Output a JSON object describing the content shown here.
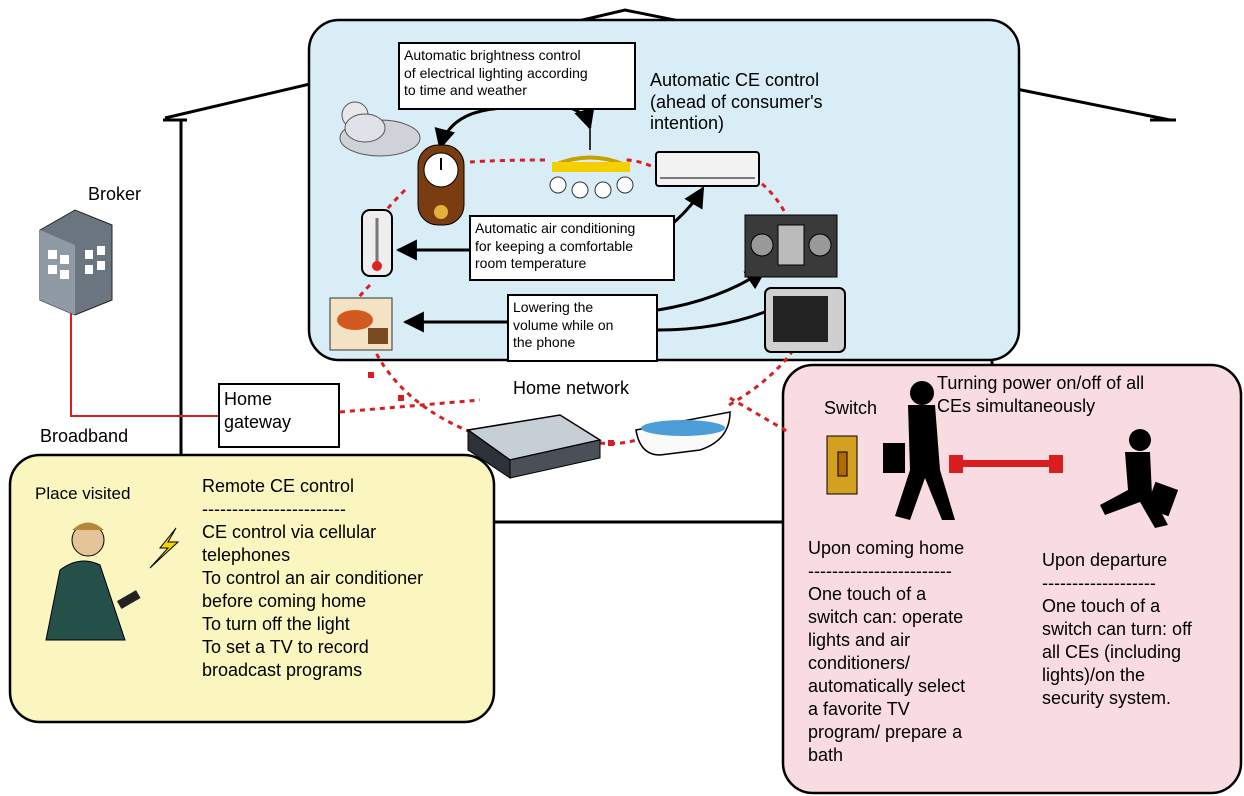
{
  "colors": {
    "top_panel": "#d9edf7",
    "left_panel": "#fbf5c0",
    "right_panel": "#f9dce2",
    "network": "#d81e1e",
    "broadband_line": "#d81e1e"
  },
  "top_panel": {
    "title_lines": [
      "Automatic CE control",
      "(ahead of consumer's",
      "intention)"
    ],
    "brightness_box_lines": [
      "Automatic brightness control",
      "of electrical lighting according",
      "to time and weather"
    ],
    "aircon_box_lines": [
      "Automatic air conditioning",
      "for keeping a comfortable",
      "room temperature"
    ],
    "volume_box_lines": [
      "Lowering the",
      "volume while on",
      "the phone"
    ]
  },
  "broker": {
    "label": "Broker",
    "icon": "office-building-icon"
  },
  "broadband": {
    "label": "Broadband"
  },
  "gateway": {
    "lines": [
      "Home",
      "gateway"
    ]
  },
  "home_network": {
    "label": "Home network"
  },
  "left_panel": {
    "place_label": "Place visited",
    "title": "Remote CE control",
    "divider": "------------------------",
    "lines": [
      "CE control via cellular",
      "telephones",
      "To control an air conditioner",
      "before coming home",
      "To turn off the light",
      "To set a TV to record",
      "broadcast programs"
    ]
  },
  "right_panel": {
    "heading_lines": [
      "Turning power on/off of all",
      "CEs simultaneously"
    ],
    "switch_label": "Switch",
    "coming_home": {
      "title": "Upon coming home",
      "divider": "------------------------",
      "lines": [
        "One touch of a",
        "switch can: operate",
        "lights and air",
        "conditioners/",
        "automatically select",
        "a favorite TV",
        "program/ prepare a",
        "bath"
      ]
    },
    "departure": {
      "title": "Upon departure",
      "divider": "-------------------",
      "lines": [
        "One touch of a",
        "switch can turn: off",
        "all CEs (including",
        "lights)/on the",
        "security system."
      ]
    }
  }
}
